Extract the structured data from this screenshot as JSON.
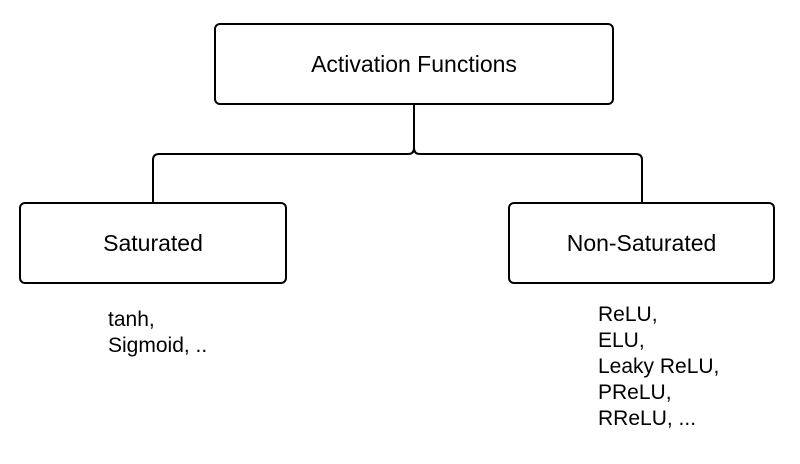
{
  "diagram": {
    "root": {
      "label": "Activation Functions"
    },
    "branches": [
      {
        "label": "Saturated",
        "examples": [
          "tanh,",
          "Sigmoid, .."
        ]
      },
      {
        "label": "Non-Saturated",
        "examples": [
          "ReLU,",
          "ELU,",
          "Leaky ReLU,",
          "PReLU,",
          "RReLU, ..."
        ]
      }
    ],
    "colors": {
      "stroke": "#000000",
      "background": "#ffffff",
      "text": "#000000"
    }
  }
}
